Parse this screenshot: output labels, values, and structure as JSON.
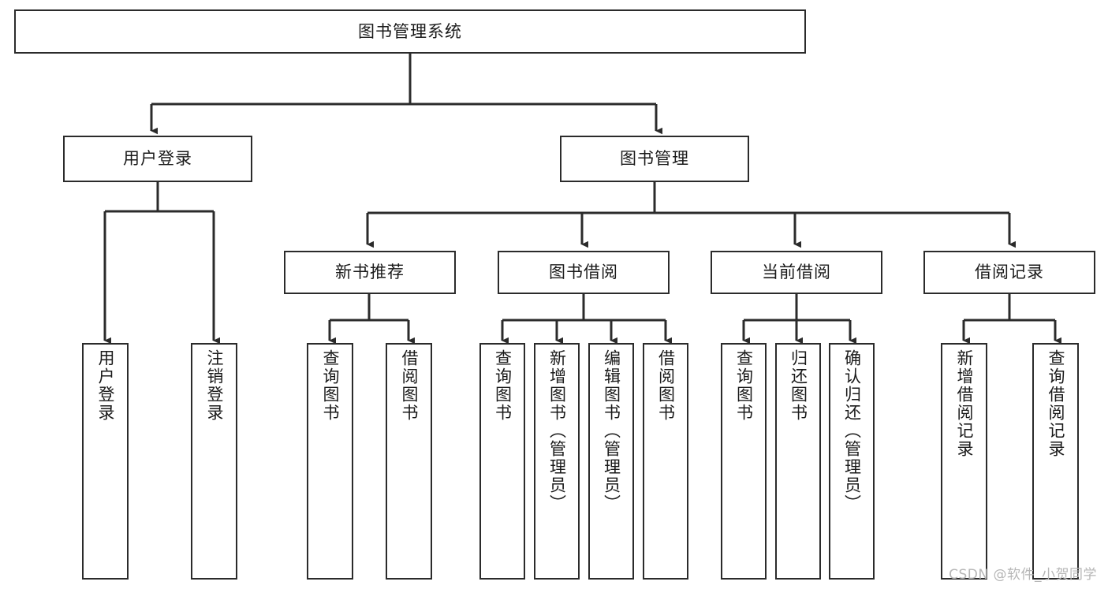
{
  "diagram": {
    "title": "图书管理系统",
    "type": "tree-hierarchy",
    "root": {
      "id": "root",
      "label": "图书管理系统"
    },
    "level2": [
      {
        "id": "user-login",
        "label": "用户登录"
      },
      {
        "id": "book-manage",
        "label": "图书管理"
      }
    ],
    "level3": [
      {
        "id": "new-book-rec",
        "label": "新书推荐",
        "parent": "book-manage"
      },
      {
        "id": "book-borrow",
        "label": "图书借阅",
        "parent": "book-manage"
      },
      {
        "id": "current-borrow",
        "label": "当前借阅",
        "parent": "book-manage"
      },
      {
        "id": "borrow-record",
        "label": "借阅记录",
        "parent": "book-manage"
      }
    ],
    "leaves": [
      {
        "id": "leaf-user-login",
        "label": "用户登录",
        "parent": "user-login"
      },
      {
        "id": "leaf-user-logout",
        "label": "注销登录",
        "parent": "user-login"
      },
      {
        "id": "leaf-query-book-1",
        "label": "查询图书",
        "parent": "new-book-rec"
      },
      {
        "id": "leaf-borrow-book-1",
        "label": "借阅图书",
        "parent": "new-book-rec"
      },
      {
        "id": "leaf-query-book-2",
        "label": "查询图书",
        "parent": "book-borrow"
      },
      {
        "id": "leaf-add-book",
        "label": "新增图书（管理员）",
        "parent": "book-borrow"
      },
      {
        "id": "leaf-edit-book",
        "label": "编辑图书（管理员）",
        "parent": "book-borrow"
      },
      {
        "id": "leaf-borrow-book-2",
        "label": "借阅图书",
        "parent": "book-borrow"
      },
      {
        "id": "leaf-query-book-3",
        "label": "查询图书",
        "parent": "current-borrow"
      },
      {
        "id": "leaf-return-book",
        "label": "归还图书",
        "parent": "current-borrow"
      },
      {
        "id": "leaf-confirm-return",
        "label": "确认归还（管理员）",
        "parent": "current-borrow"
      },
      {
        "id": "leaf-add-record",
        "label": "新增借阅记录",
        "parent": "borrow-record"
      },
      {
        "id": "leaf-query-record",
        "label": "查询借阅记录",
        "parent": "borrow-record"
      }
    ],
    "colors": {
      "background": "#ffffff",
      "node_fill": "#ffffff",
      "node_stroke": "#2b2b2b",
      "edge_stroke": "#2b2b2b",
      "text": "#1a1a1a",
      "watermark": "#b6b6b6"
    }
  },
  "watermark": {
    "text": "CSDN @软件_小贺同学"
  }
}
